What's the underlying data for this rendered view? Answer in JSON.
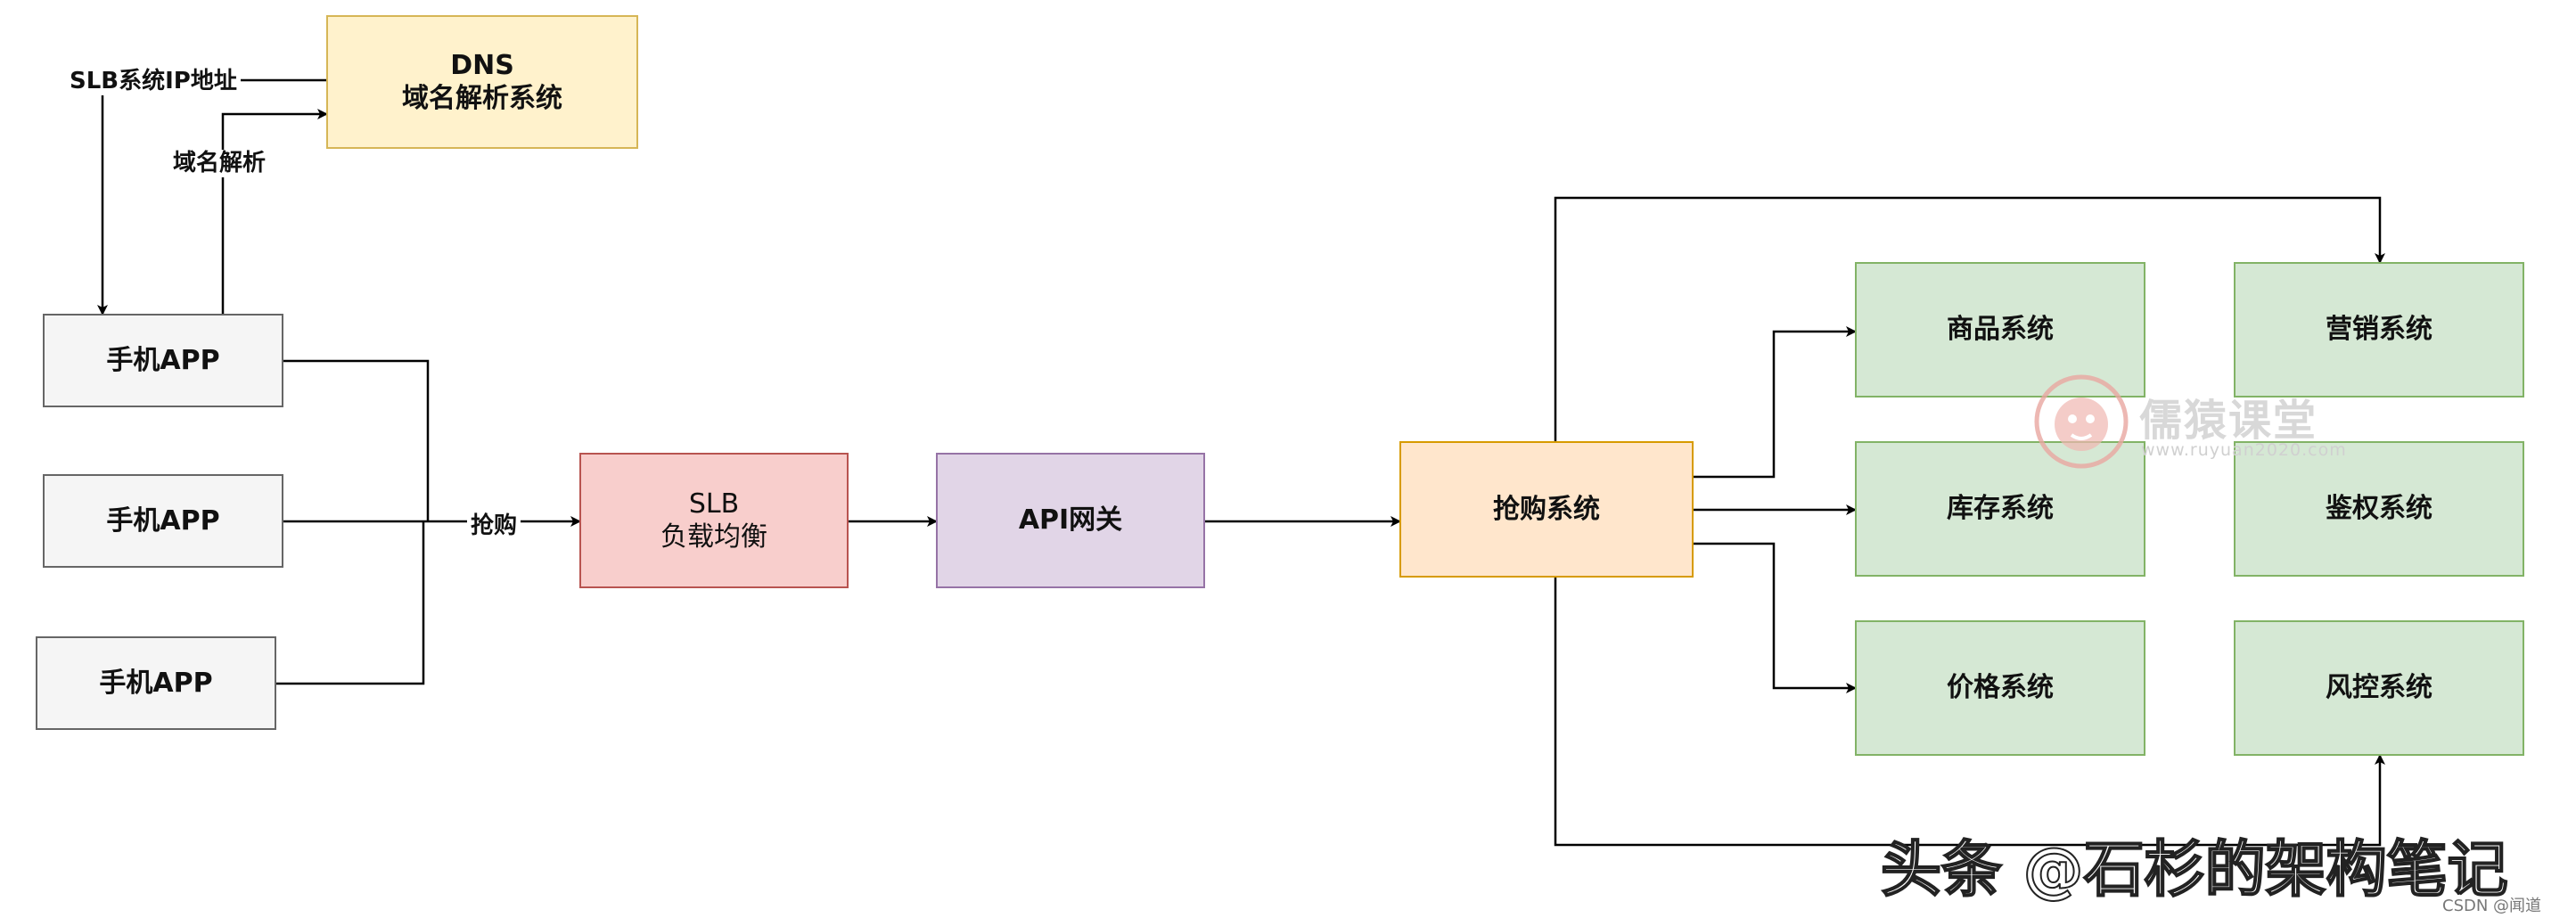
{
  "dns": {
    "line1": "DNS",
    "line2": "域名解析系统"
  },
  "phones": [
    "手机APP",
    "手机APP",
    "手机APP"
  ],
  "slb": {
    "line1": "SLB",
    "line2": "负载均衡"
  },
  "gateway": "API网关",
  "rush": "抢购系统",
  "services": {
    "product": "商品系统",
    "marketing": "营销系统",
    "inventory": "库存系统",
    "auth": "鉴权系统",
    "price": "价格系统",
    "risk": "风控系统"
  },
  "edge_labels": {
    "slb_ip": "SLB系统IP地址",
    "domain_resolve": "域名解析",
    "rush_buy": "抢购"
  },
  "watermarks": {
    "logo_cn": "儒猿课堂",
    "logo_url": "www.ruyuan2020.com",
    "toutiao": "头条 @石杉的架构笔记",
    "csdn": "CSDN @闻道"
  },
  "colors": {
    "gray_fill": "#f5f5f5",
    "gray_stroke": "#666666",
    "yellow_fill": "#fff2cc",
    "yellow_stroke": "#d6b656",
    "red_fill": "#f8cecc",
    "red_stroke": "#b85450",
    "purple_fill": "#e1d5e7",
    "purple_stroke": "#9673a6",
    "orange_fill": "#ffe6cc",
    "orange_stroke": "#d79b00",
    "green_fill": "#d5e8d4",
    "green_stroke": "#82b366"
  }
}
